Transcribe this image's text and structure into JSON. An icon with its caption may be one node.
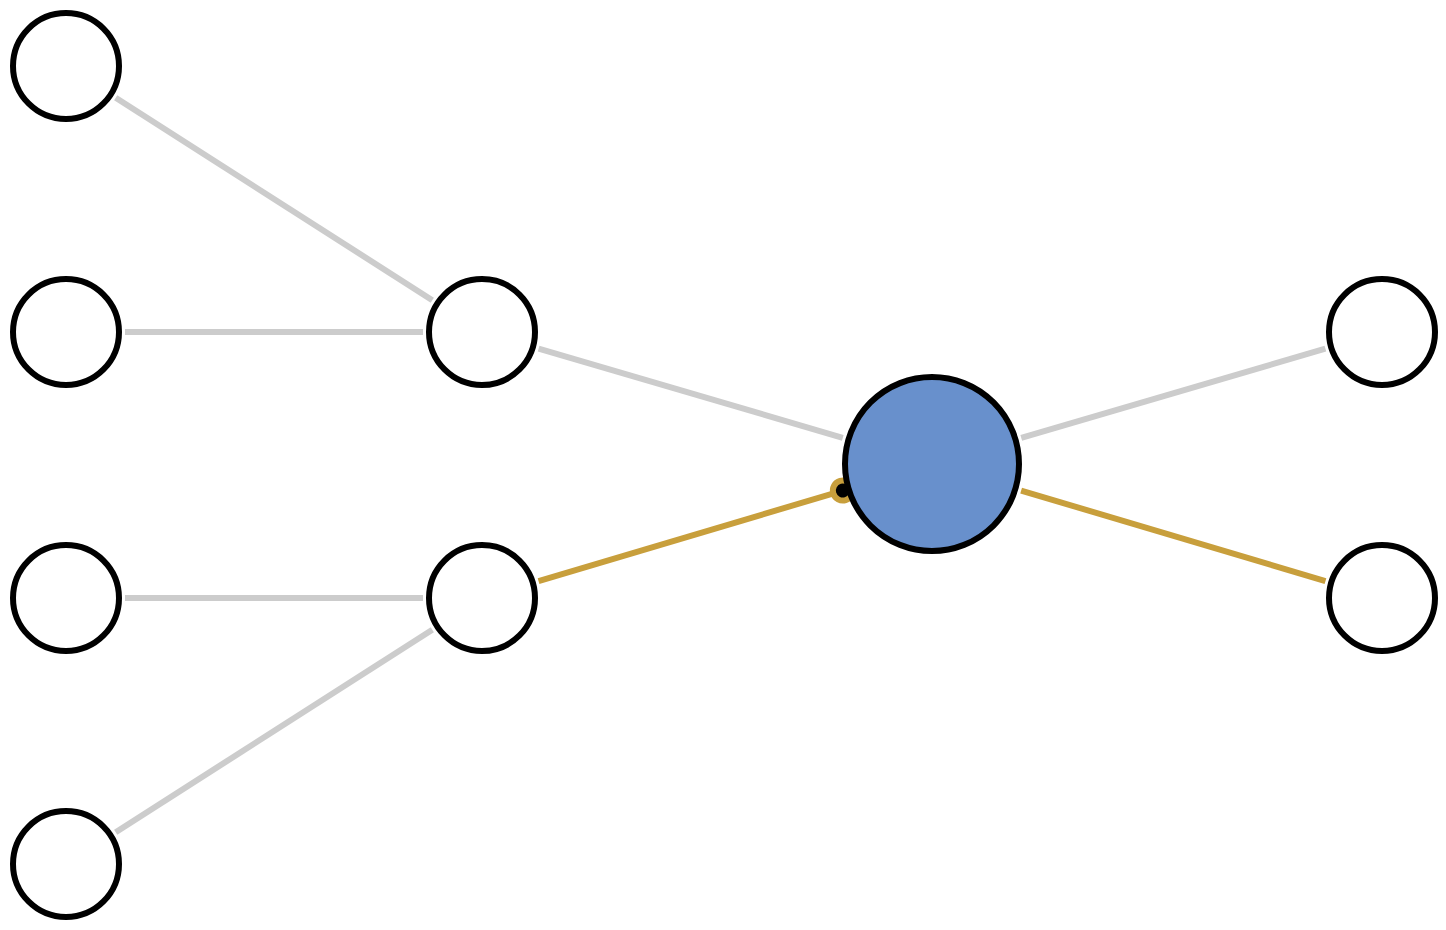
{
  "diagram": {
    "nodes": [
      {
        "text": [],
        "shape": "circle"
      },
      {
        "text": [],
        "shape": "circle"
      },
      {
        "text": [],
        "shape": "circle"
      },
      {
        "text": [],
        "shape": "circle"
      },
      {
        "text": [],
        "shape": "circle"
      },
      {
        "text": [],
        "shape": "circle"
      },
      {
        "text": [],
        "shape": "circle"
      },
      {
        "text": [],
        "shape": "circle"
      },
      {
        "text": [],
        "shape": "circle"
      }
    ],
    "edges": [
      {
        "from": 0,
        "to": 4,
        "arrow": "none"
      },
      {
        "from": 1,
        "to": 4,
        "arrow": "none"
      },
      {
        "from": 2,
        "to": 5,
        "arrow": "none"
      },
      {
        "from": 3,
        "to": 5,
        "arrow": "none"
      },
      {
        "from": 4,
        "to": 6,
        "arrow": "none"
      },
      {
        "from": 5,
        "to": 6,
        "arrow": "other",
        "color": "#c89f3c"
      },
      {
        "from": 6,
        "to": 7,
        "arrow": "none"
      },
      {
        "from": 6,
        "to": 8,
        "arrow": "none",
        "color": "#c89f3c"
      }
    ]
  }
}
